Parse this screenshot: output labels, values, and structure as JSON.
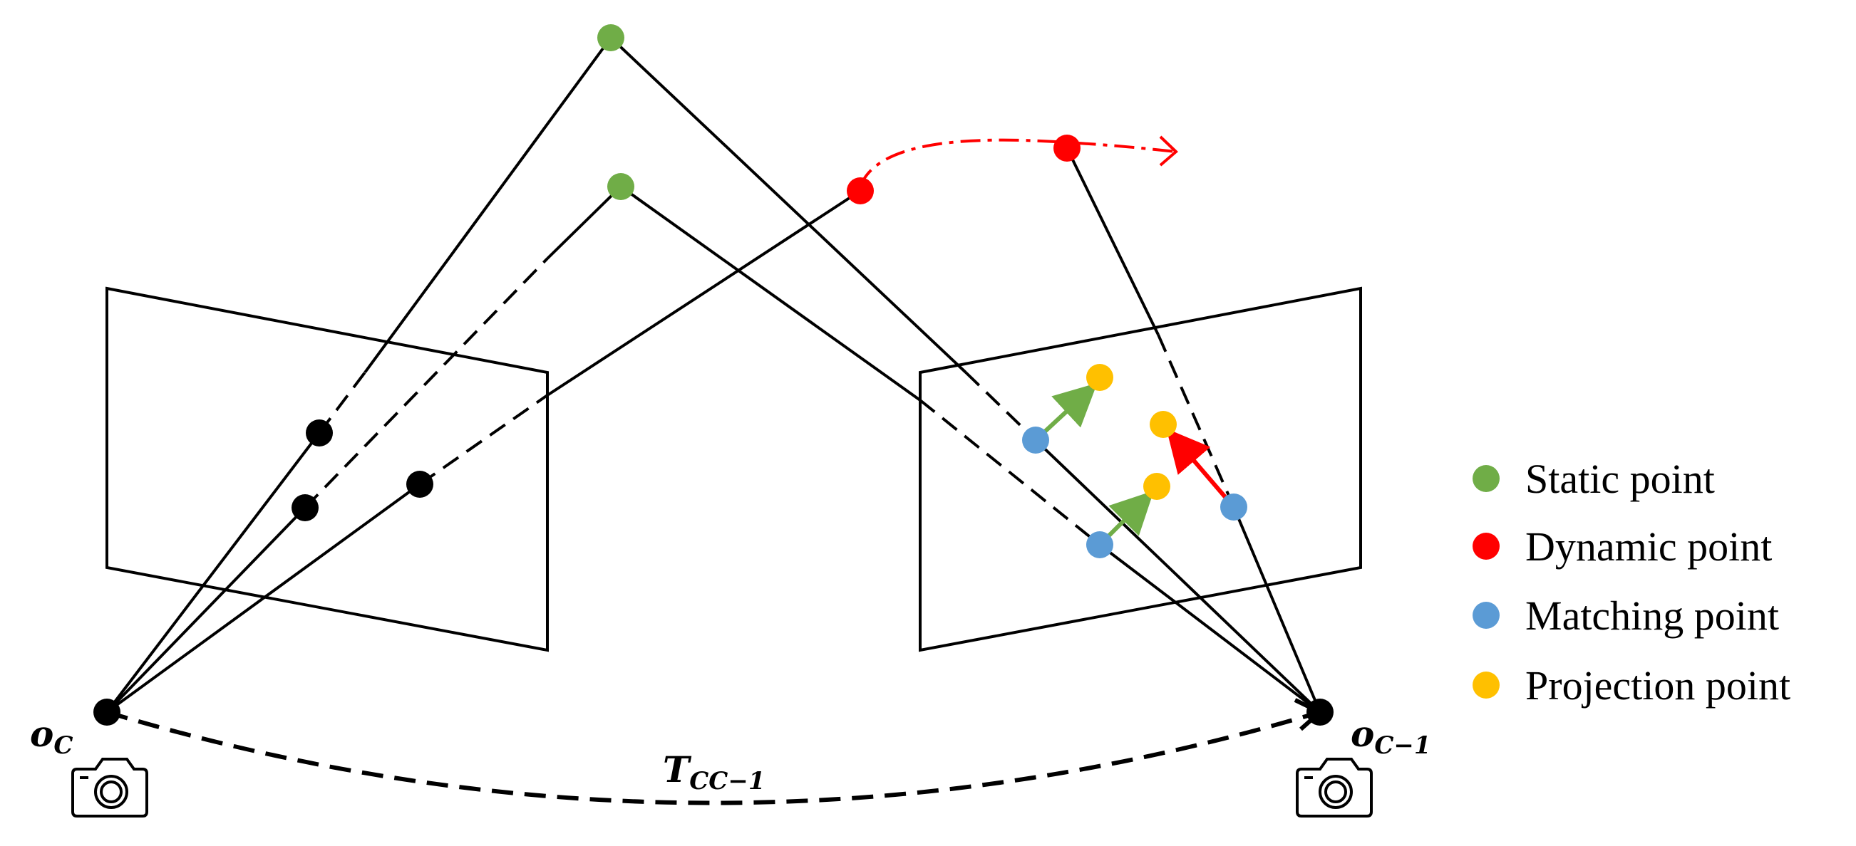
{
  "colors": {
    "static": "#70ad47",
    "dynamic": "#ff0000",
    "matching": "#5b9bd5",
    "projection": "#ffc000",
    "line": "#000000"
  },
  "labels": {
    "origin_current": "o",
    "origin_current_sub": "C",
    "origin_previous": "o",
    "origin_previous_sub": "C−1",
    "transform": "T",
    "transform_sub": "CC−1"
  },
  "icons": {
    "camera_left": "camera-icon",
    "camera_right": "camera-icon"
  },
  "legend": {
    "items": [
      {
        "label": "Static point",
        "color_key": "static"
      },
      {
        "label": "Dynamic point",
        "color_key": "dynamic"
      },
      {
        "label": "Matching point",
        "color_key": "matching"
      },
      {
        "label": "Projection point",
        "color_key": "projection"
      }
    ]
  }
}
